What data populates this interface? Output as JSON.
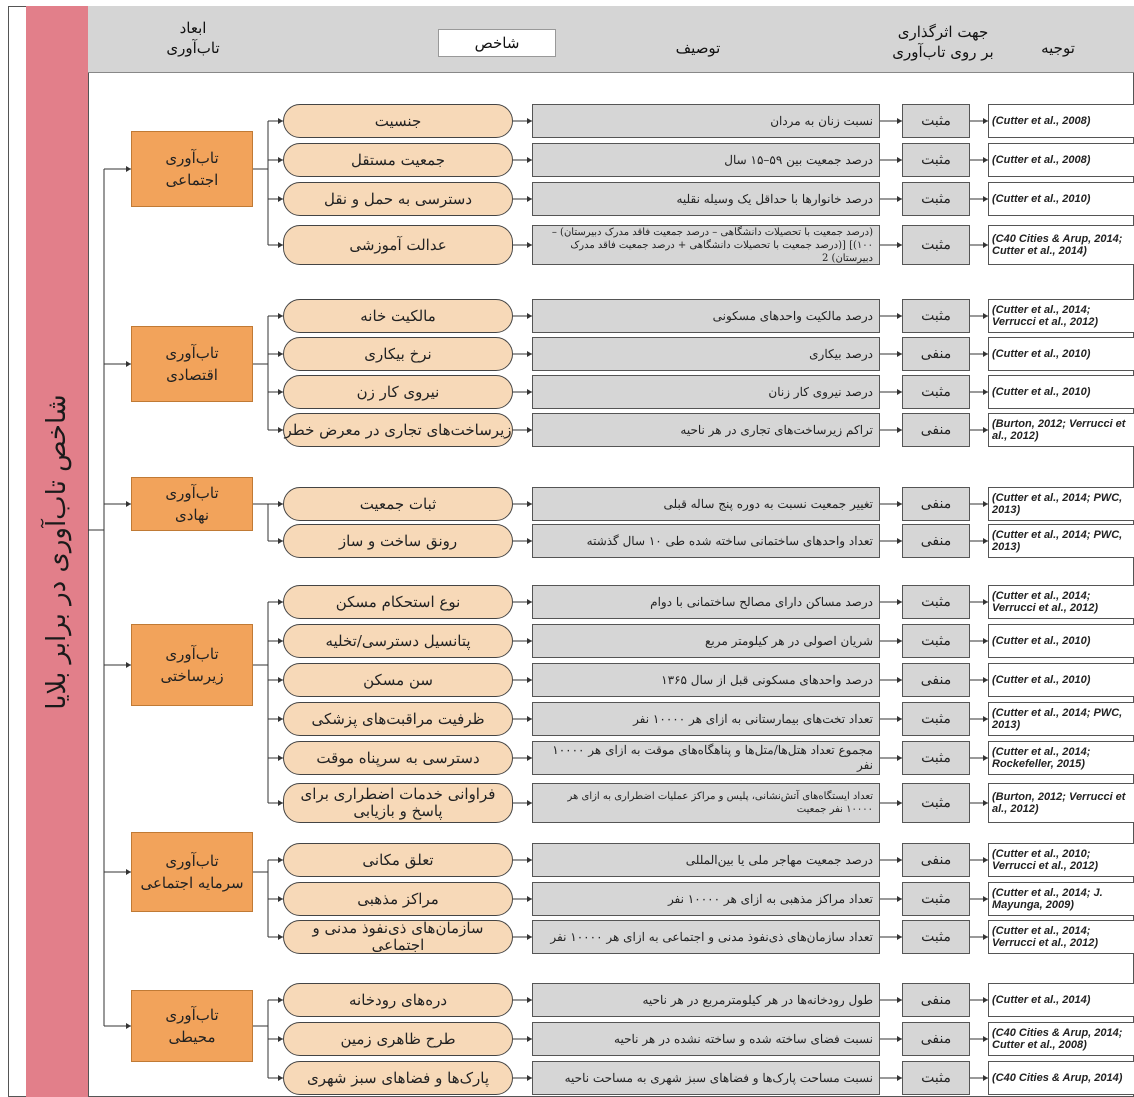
{
  "main_title": "شاخص تاب‌آوری در برابر بلایا",
  "headers": {
    "dimensions_line1": "ابعاد",
    "dimensions_line2": "تاب‌آوری",
    "indicator": "شاخص",
    "description": "توصیف",
    "effect_line1": "جهت اثرگذاری",
    "effect_line2": "بر روی تاب‌آوری",
    "justification": "توجیه"
  },
  "dimensions": [
    {
      "line1": "تاب‌آوری",
      "line2": "اجتماعی",
      "rows": [
        {
          "indicator": "جنسیت",
          "description": "نسبت زنان به مردان",
          "effect": "مثبت",
          "ref": "(Cutter et al., 2008)"
        },
        {
          "indicator": "جمعیت مستقل",
          "description": "درصد جمعیت بین ۵۹–۱۵ سال",
          "effect": "مثبت",
          "ref": "(Cutter et al., 2008)"
        },
        {
          "indicator": "دسترسی به حمل و نقل",
          "description": "درصد خانوارها با حداقل یک وسیله نقلیه",
          "effect": "مثبت",
          "ref": "(Cutter et al., 2010)"
        },
        {
          "indicator": "عدالت آموزشی",
          "description": "(درصد جمعیت با تحصیلات دانشگاهی – درصد جمعیت فاقد مدرک دبیرستان) – ۱۰۰)] [(درصد جمعیت با تحصیلات دانشگاهی + درصد جمعیت فاقد مدرک دبیرستان) 2",
          "effect": "مثبت",
          "ref": "(C40 Cities & Arup, 2014; Cutter et al., 2014)"
        }
      ]
    },
    {
      "line1": "تاب‌آوری",
      "line2": "اقتصادی",
      "rows": [
        {
          "indicator": "مالکیت خانه",
          "description": "درصد مالکیت واحدهای مسکونی",
          "effect": "مثبت",
          "ref": "(Cutter et al., 2014; Verrucci et al., 2012)"
        },
        {
          "indicator": "نرخ بیکاری",
          "description": "درصد بیکاری",
          "effect": "منفی",
          "ref": "(Cutter et al., 2010)"
        },
        {
          "indicator": "نیروی کار زن",
          "description": "درصد نیروی کار زنان",
          "effect": "مثبت",
          "ref": "(Cutter et al., 2010)"
        },
        {
          "indicator": "زیرساخت‌های تجاری در معرض خطر",
          "description": "تراکم زیرساخت‌های تجاری در هر ناحیه",
          "effect": "منفی",
          "ref": "(Burton, 2012; Verrucci et al., 2012)"
        }
      ]
    },
    {
      "line1": "تاب‌آوری",
      "line2": "نهادی",
      "rows": [
        {
          "indicator": "ثبات جمعیت",
          "description": "تغییر جمعیت نسبت به دوره پنج ساله قبلی",
          "effect": "منفی",
          "ref": "(Cutter et al., 2014; PWC, 2013)"
        },
        {
          "indicator": "رونق ساخت و ساز",
          "description": "تعداد واحدهای ساختمانی ساخته شده طی ۱۰ سال گذشته",
          "effect": "منفی",
          "ref": "(Cutter et al., 2014; PWC, 2013)"
        }
      ]
    },
    {
      "line1": "تاب‌آوری",
      "line2": "زیرساختی",
      "rows": [
        {
          "indicator": "نوع استحکام مسکن",
          "description": "درصد مساکن دارای مصالح ساختمانی با دوام",
          "effect": "مثبت",
          "ref": "(Cutter et al., 2014; Verrucci et al., 2012)"
        },
        {
          "indicator": "پتانسیل دسترسی/تخلیه",
          "description": "شریان اصولی در هر کیلومتر مربع",
          "effect": "مثبت",
          "ref": "(Cutter et al., 2010)"
        },
        {
          "indicator": "سن مسکن",
          "description": "درصد واحدهای مسکونی قبل از سال ۱۳۶۵",
          "effect": "منفی",
          "ref": "(Cutter et al., 2010)"
        },
        {
          "indicator": "ظرفیت مراقبت‌های پزشکی",
          "description": "تعداد تخت‌های بیمارستانی به ازای هر ۱۰۰۰۰ نفر",
          "effect": "مثبت",
          "ref": "(Cutter et al., 2014; PWC, 2013)"
        },
        {
          "indicator": "دسترسی به سرپناه موقت",
          "description": "مجموع تعداد هتل‌ها/متل‌ها و پناهگاه‌های موقت به ازای هر ۱۰۰۰۰ نفر",
          "effect": "مثبت",
          "ref": "(Cutter et al., 2014; Rockefeller, 2015)"
        },
        {
          "indicator": "فراوانی خدمات اضطراری برای پاسخ و بازیابی",
          "description": "تعداد ایستگاه‌های آتش‌نشانی، پلیس و مراکز عملیات اضطراری به ازای هر ۱۰۰۰۰ نفر جمعیت",
          "effect": "مثبت",
          "ref": "(Burton, 2012; Verrucci et al., 2012)"
        }
      ]
    },
    {
      "line1": "تاب‌آوری",
      "line2": "سرمایه اجتماعی",
      "rows": [
        {
          "indicator": "تعلق مکانی",
          "description": "درصد جمعیت مهاجر ملی یا بین‌المللی",
          "effect": "منفی",
          "ref": "(Cutter et al., 2010; Verrucci et al., 2012)"
        },
        {
          "indicator": "مراکز مذهبی",
          "description": "تعداد مراکز مذهبی به ازای هر ۱۰۰۰۰ نفر",
          "effect": "مثبت",
          "ref": "(Cutter et al., 2014; J. Mayunga, 2009)"
        },
        {
          "indicator": "سازمان‌های ذی‌نفوذ مدنی و اجتماعی",
          "description": "تعداد سازمان‌های ذی‌نفوذ مدنی و اجتماعی به ازای هر ۱۰۰۰۰ نفر",
          "effect": "مثبت",
          "ref": "(Cutter et al., 2014; Verrucci et al., 2012)"
        }
      ]
    },
    {
      "line1": "تاب‌آوری",
      "line2": "محیطی",
      "rows": [
        {
          "indicator": "دره‌های رودخانه",
          "description": "طول رودخانه‌ها در هر کیلومترمربع در هر ناحیه",
          "effect": "منفی",
          "ref": "(Cutter et al., 2014)"
        },
        {
          "indicator": "طرح ظاهری زمین",
          "description": "نسبت فضای ساخته شده و ساخته نشده در هر ناحیه",
          "effect": "منفی",
          "ref": "(C40 Cities & Arup, 2014; Cutter et al., 2008)"
        },
        {
          "indicator": "پارک‌ها و فضاهای سبز شهری",
          "description": "نسبت مساحت پارک‌ها و فضاهای سبز شهری به مساحت ناحیه",
          "effect": "مثبت",
          "ref": "(C40 Cities & Arup, 2014)"
        }
      ]
    }
  ]
}
